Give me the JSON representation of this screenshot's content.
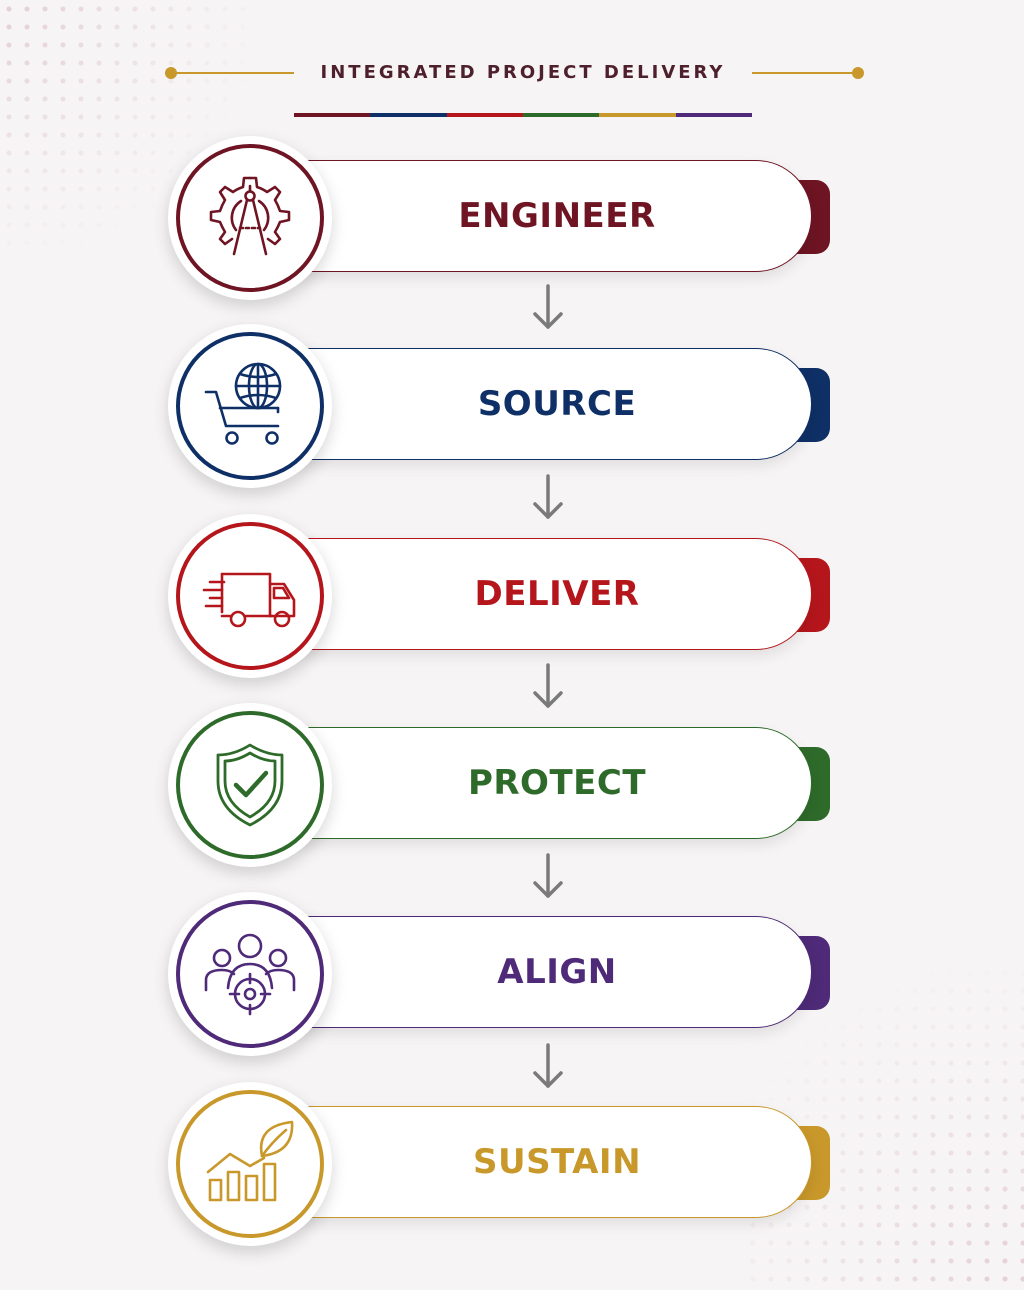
{
  "header": {
    "title": "INTEGRATED PROJECT DELIVERY",
    "accent_color": "#c9982b",
    "bar_colors": [
      "#6e1423",
      "#0f3066",
      "#b5161c",
      "#2e6b2a",
      "#c9982b",
      "#4e2a78"
    ]
  },
  "steps": [
    {
      "label": "ENGINEER",
      "color": "#6e1423",
      "icon": "gear-compass-icon"
    },
    {
      "label": "SOURCE",
      "color": "#0f3066",
      "icon": "globe-cart-icon"
    },
    {
      "label": "DELIVER",
      "color": "#b5161c",
      "icon": "delivery-truck-icon"
    },
    {
      "label": "PROTECT",
      "color": "#2e6b2a",
      "icon": "shield-check-icon"
    },
    {
      "label": "ALIGN",
      "color": "#4e2a78",
      "icon": "team-target-icon"
    },
    {
      "label": "SUSTAIN",
      "color": "#c9982b",
      "icon": "growth-leaf-icon"
    }
  ],
  "connector": {
    "icon": "arrow-down-icon",
    "color": "#7a7a7a"
  }
}
